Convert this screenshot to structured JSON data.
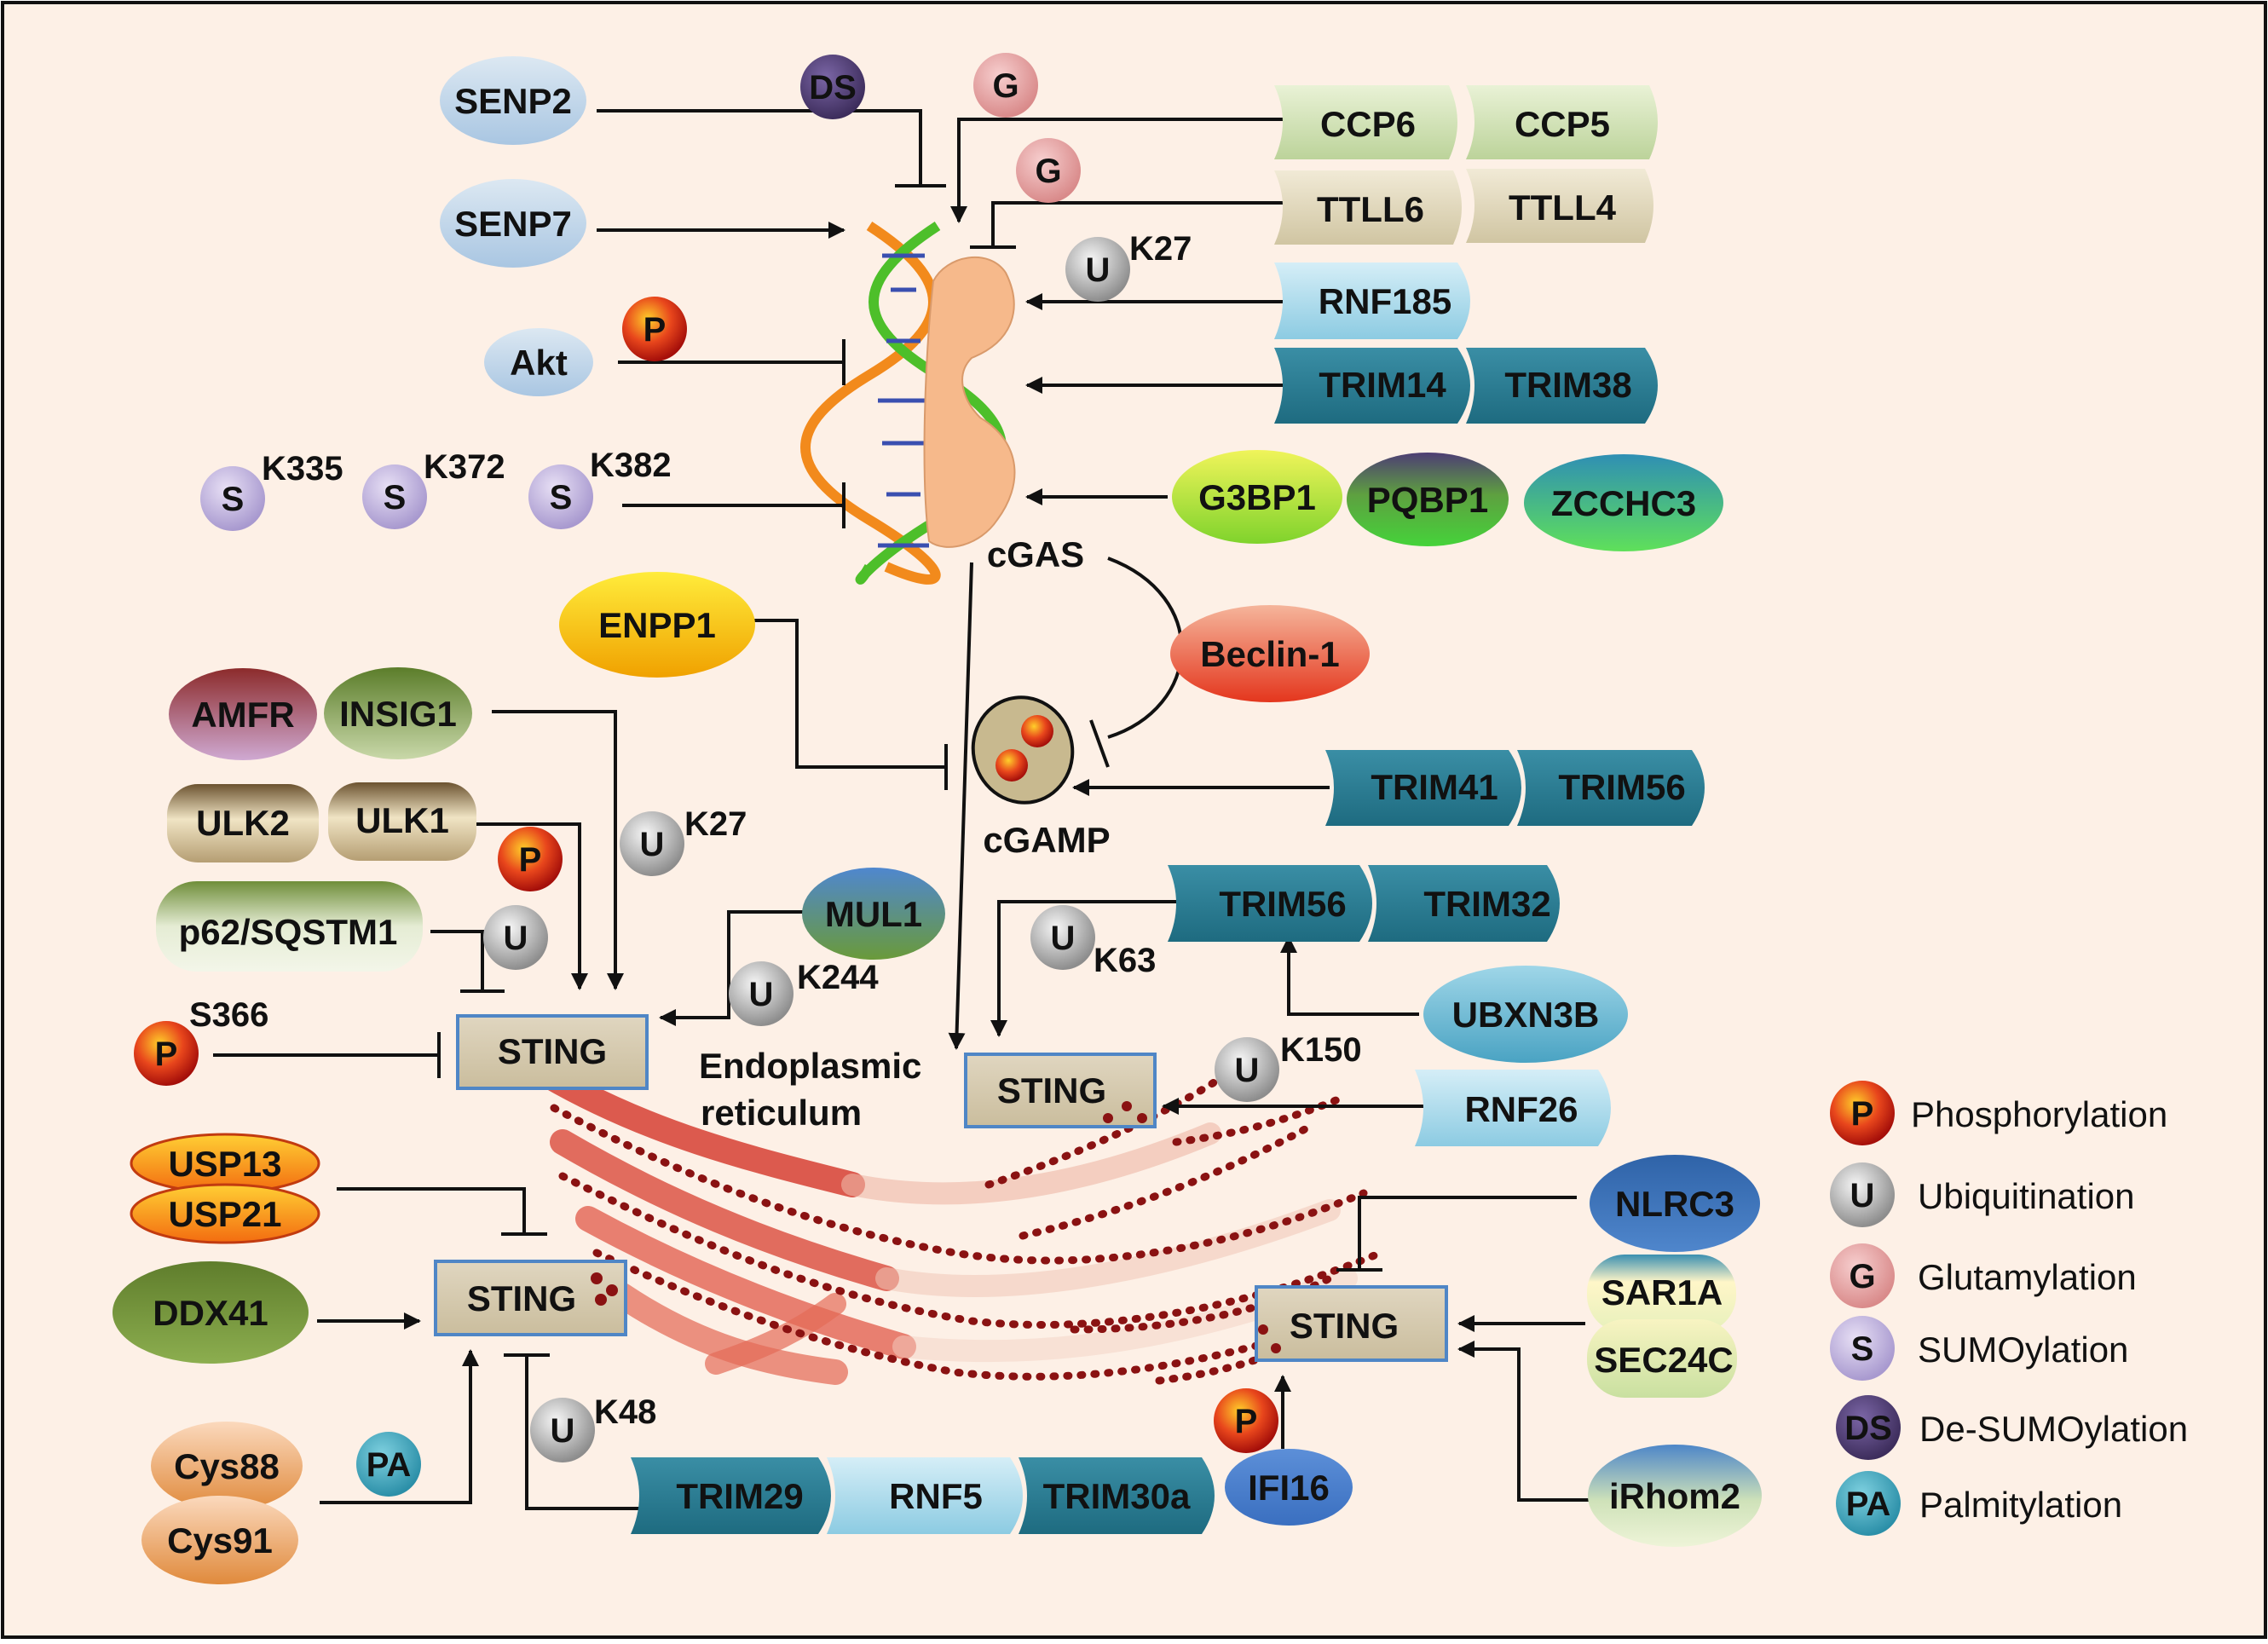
{
  "dna_complex": {
    "label": "cGAS"
  },
  "cgamp": {
    "label": "cGAMP"
  },
  "er_label": [
    "Endoplasmic",
    "reticulum"
  ],
  "sting_label": "STING",
  "proteins": {
    "senp2": "SENP2",
    "senp7": "SENP7",
    "akt": "Akt",
    "ccp6": "CCP6",
    "ccp5": "CCP5",
    "ttll6": "TTLL6",
    "ttll4": "TTLL4",
    "rnf185": "RNF185",
    "trim14": "TRIM14",
    "trim38": "TRIM38",
    "g3bp1": "G3BP1",
    "pqbp1": "PQBP1",
    "zcchc3": "ZCCHC3",
    "enpp1": "ENPP1",
    "beclin1": "Beclin-1",
    "amfr": "AMFR",
    "insig1": "INSIG1",
    "ulk2": "ULK2",
    "ulk1": "ULK1",
    "p62": "p62/SQSTM1",
    "mul1": "MUL1",
    "trim41": "TRIM41",
    "trim56a": "TRIM56",
    "trim56b": "TRIM56",
    "trim32": "TRIM32",
    "ubxn3b": "UBXN3B",
    "rnf26": "RNF26",
    "usp13": "USP13",
    "usp21": "USP21",
    "ddx41": "DDX41",
    "cys88": "Cys88",
    "cys91": "Cys91",
    "trim29": "TRIM29",
    "rnf5": "RNF5",
    "trim30a": "TRIM30a",
    "ifi16": "IFI16",
    "nlrc3": "NLRC3",
    "sar1a": "SAR1A",
    "sec24c": "SEC24C",
    "irhom2": "iRhom2"
  },
  "badges": {
    "P": "P",
    "U": "U",
    "G": "G",
    "S": "S",
    "DS": "DS",
    "PA": "PA"
  },
  "sites": {
    "k27a": "K27",
    "k335": "K335",
    "k372": "K372",
    "k382": "K382",
    "k27b": "K27",
    "k244": "K244",
    "s366": "S366",
    "k63": "K63",
    "k150": "K150",
    "k48": "K48"
  },
  "legend": [
    {
      "badge": "P",
      "label": "Phosphorylation",
      "color": "#d9321b"
    },
    {
      "badge": "U",
      "label": "Ubiquitination",
      "color": "#c2c2c2"
    },
    {
      "badge": "G",
      "label": "Glutamylation",
      "color": "#e8a5a5"
    },
    {
      "badge": "S",
      "label": "SUMOylation",
      "color": "#c9bde3"
    },
    {
      "badge": "DS",
      "label": "De-SUMOylation",
      "color": "#4e3d70"
    },
    {
      "badge": "PA",
      "label": "Palmitylation",
      "color": "#3aa6bd"
    }
  ]
}
